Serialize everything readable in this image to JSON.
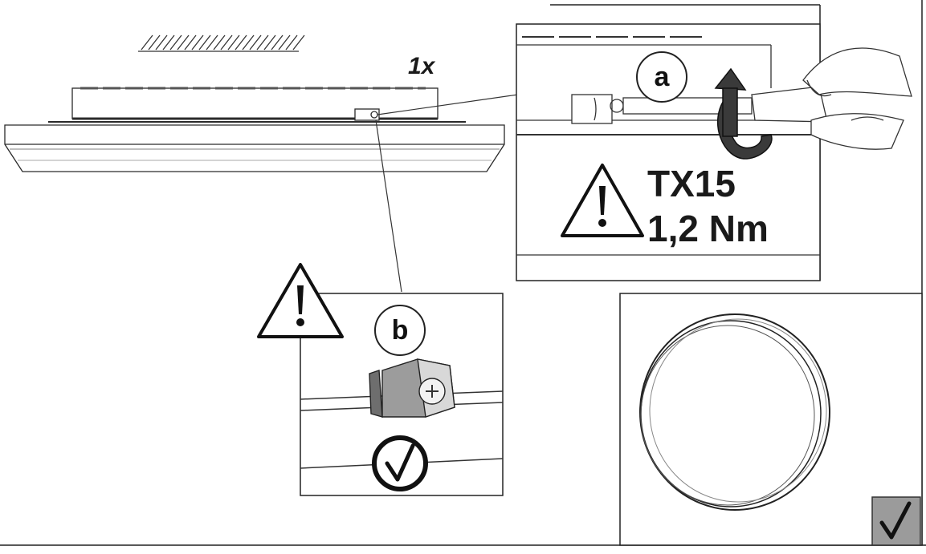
{
  "quantity_label": "1x",
  "step_a": {
    "marker": "a",
    "tool": "TX15",
    "torque": "1,2 Nm"
  },
  "step_b": {
    "marker": "b"
  },
  "icons": {
    "warning": "warning-triangle-icon",
    "check": "check-icon",
    "rotate": "clockwise-rotate-arrow-icon",
    "screwdriver": "screwdriver-icon",
    "ceiling": "ceiling-hatch-icon"
  },
  "colors": {
    "line": "#1a1a1a",
    "panel_border": "#333333",
    "check_box": "#9b9b9b"
  }
}
